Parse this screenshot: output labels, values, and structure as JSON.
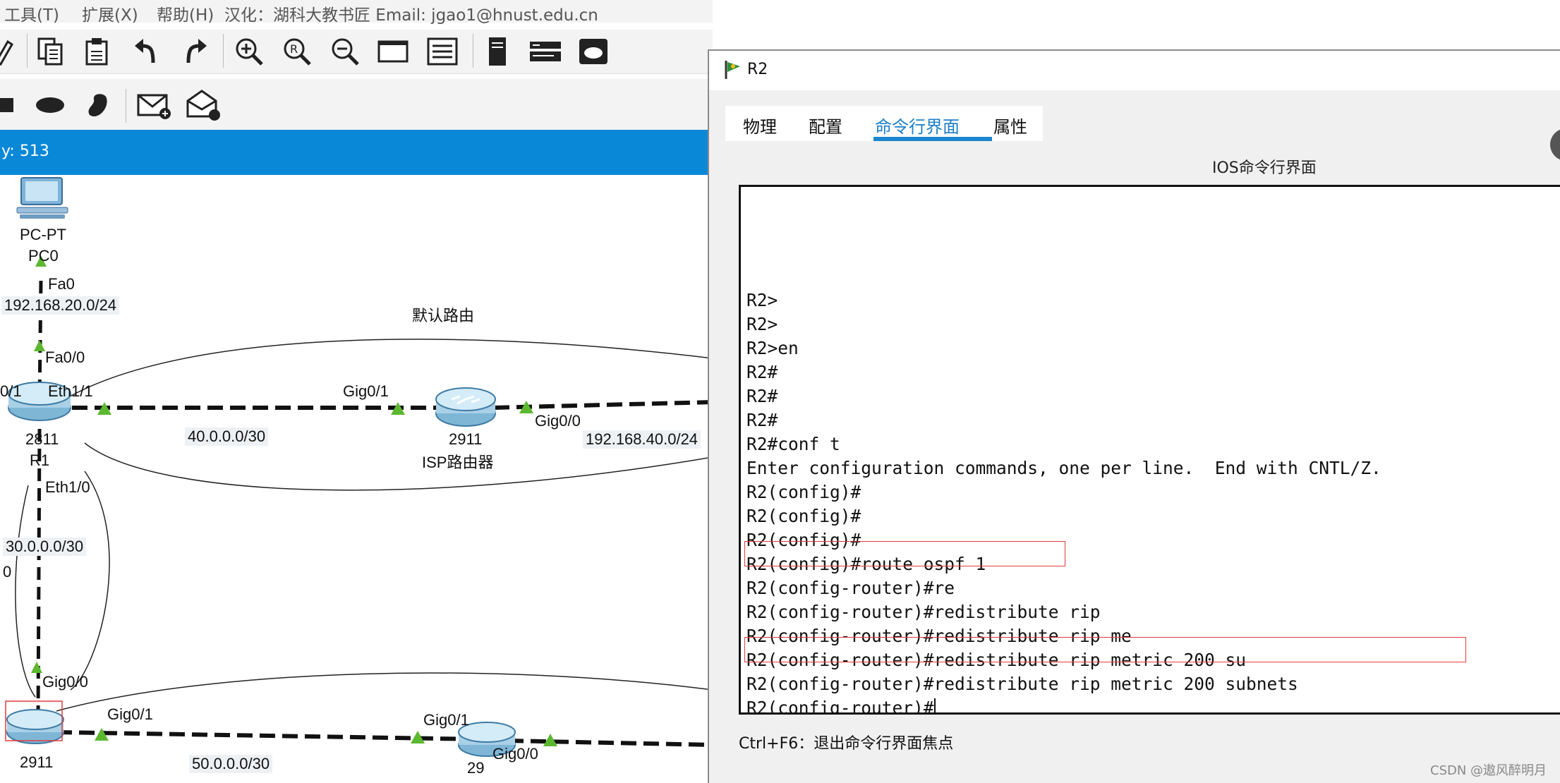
{
  "menu": {
    "items": [
      "工具(T)",
      "扩展(X)",
      "帮助(H)"
    ],
    "credit": "汉化：湖科大教书匠  Email: jgao1@hnust.edu.cn"
  },
  "status_bar": {
    "text": "y: 513"
  },
  "topology": {
    "labels": {
      "pc_model": "PC-PT",
      "pc_name": "PC0",
      "fa0": "Fa0",
      "net_pc": "192.168.20.0/24",
      "fa0_0": "Fa0/0",
      "default_route": "默认路由",
      "r1_left_port": "0/1",
      "eth1_1": "Eth1/1",
      "gig0_1_isp": "Gig0/1",
      "gig0_0_isp": "Gig0/0",
      "net_r1_isp": "40.0.0.0/30",
      "isp_model": "2911",
      "isp_name": "ISP路由器",
      "net_isp_r2": "192.168.40.0/24",
      "r1_model": "2811",
      "r1_name": "R1",
      "eth1_0": "Eth1/0",
      "net_r1_r3": "30.0.0.0/30",
      "left_zero": "0",
      "gig0_0_r3": "Gig0/0",
      "gig0_1_r3": "Gig0/1",
      "gig0_1_r4": "Gig0/1",
      "gig0_0_r4": "Gig0/0",
      "r3_model": "2911",
      "net_r3_r4": "50.0.0.0/30",
      "r4_model": "29"
    }
  },
  "window": {
    "title": "R2",
    "tabs": [
      {
        "label": "物理"
      },
      {
        "label": "配置"
      },
      {
        "label": "命令行界面"
      },
      {
        "label": "属性"
      }
    ],
    "active_tab": "命令行界面",
    "subtitle": "IOS命令行界面",
    "terminal_lines": [
      "R2>",
      "R2>",
      "R2>en",
      "R2#",
      "R2#",
      "R2#",
      "R2#conf t",
      "Enter configuration commands, one per line.  End with CNTL/Z.",
      "R2(config)#",
      "R2(config)#",
      "R2(config)#",
      "R2(config)#route ospf 1",
      "R2(config-router)#re",
      "R2(config-router)#redistribute rip",
      "R2(config-router)#redistribute rip me",
      "R2(config-router)#redistribute rip metric 200 su",
      "R2(config-router)#redistribute rip metric 200 subnets",
      "R2(config-router)#"
    ],
    "footer": "Ctrl+F6：退出命令行界面焦点"
  },
  "watermark": "CSDN @遨风醉明月",
  "colors": {
    "accent": "#0a88d8",
    "tab_active": "#1a7fc9",
    "highlight": "#e23b3b"
  }
}
